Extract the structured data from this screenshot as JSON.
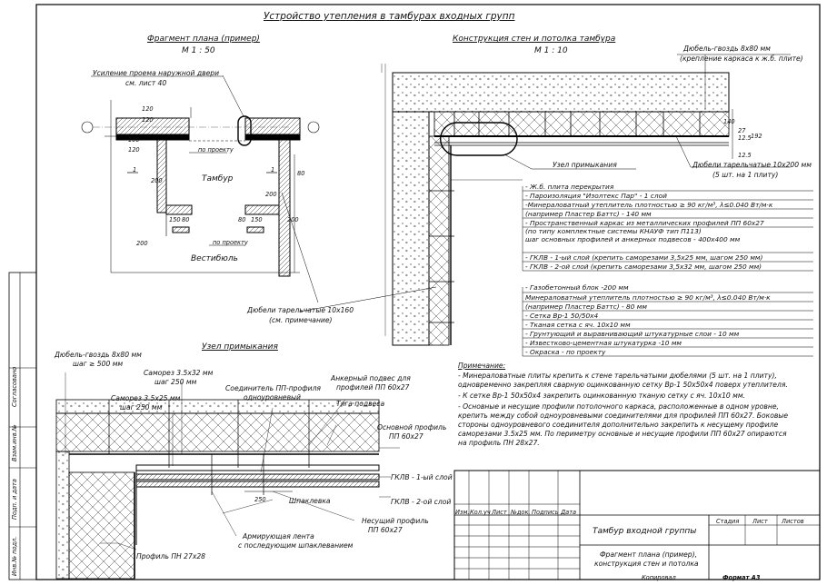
{
  "title": "Устройство утепления в тамбурах входных групп",
  "plan": {
    "title": "Фрагмент плана (пример)",
    "scale": "М 1 : 50",
    "callout1": "Усиление проема наружной двери",
    "callout2": "см. лист 40",
    "room1": "Тамбур",
    "room2": "Вестибюль",
    "po_proektu": "по проекту",
    "dims": [
      "120",
      "120",
      "100",
      "120",
      "200",
      "200",
      "80",
      "200",
      "1",
      "1",
      "150",
      "80",
      "150",
      "80",
      "200"
    ]
  },
  "section": {
    "title": "Конструкция стен и потолка тамбура",
    "scale": "М 1 : 10",
    "dowel_top1": "Дюбель-гвоздь 8х80 мм",
    "dowel_top2": "(крепление каркаса к ж.б. плите)",
    "node_label": "Узел примыкания",
    "dowel_plate1": "Дюбели тарельчатые 10х200 мм",
    "dowel_plate2": "(5 шт. на 1 плиту)",
    "dowel_wall1": "Дюбели тарельчатые 10х160",
    "dowel_wall2": "(см. примечание)",
    "dims": [
      "140",
      "27",
      "12.5",
      "12.5",
      "192"
    ]
  },
  "spec_ceiling": [
    "- Ж.б. плита перекрытия",
    "- Пароизоляция \"Изолтекс Пар\" - 1 слой",
    "-Минераловатный утеплитель плотностью ≥ 90 кг/м³, λ≤0.040 Вт/м·к",
    "(например Пластер Баттс)    - 140 мм",
    "- Пространственный каркас из металлических профилей ПП 60х27",
    " (по типу комплектные системы КНАУФ тип П113)",
    " шаг основных профилей и анкерных подвесов - 400х400 мм",
    "- ГКЛВ - 1-ый слой (крепить саморезами 3,5х25 мм, шагом 250 мм)",
    "- ГКЛВ - 2-ой слой (крепить саморезами 3,5х32 мм, шагом 250 мм)"
  ],
  "spec_wall": [
    "- Газобетонный блок                                          -200 мм",
    "Минераловатный утеплитель плотностью ≥ 90 кг/м³, λ≤0.040 Вт/м·к",
    "(например Пластер Баттс)    - 80 мм",
    "- Сетка Вр-1 50/50х4",
    "- Тканая  сетка с яч. 10х10 мм",
    "- Грунтующий и выравнивающий штукатурные слои      - 10 мм",
    "- Известково-цементная штукатурка                      -10 мм",
    "- Окраска - по проекту"
  ],
  "notes_title": "Примечание:",
  "notes": [
    "- Минераловатные плиты крепить к стене тарельчатыми дюбелями (5 шт. на 1 плиту),",
    "одновременно закрепляя сварную оцинкованную сетку Вр-1 50х50х4 поверх утеплителя.",
    "- К сетке Вр-1 50х50х4 закрепить оцинкованную тканую сетку с яч. 10х10 мм.",
    "- Основные и несущие профили потолочного каркаса, расположенные в одном уровне,",
    "крепить между собой одноуровневыми соединителями для профилей ПП 60х27. Боковые",
    "стороны одноуровневого соединителя дополнительно закрепить к несущему профиле",
    "саморезами 3.5х25 мм. По периметру основные и несущие профили ПП 60х27 опираются",
    "на профиль ПН 28х27."
  ],
  "detail": {
    "title": "Узел примыкания",
    "dowel": "Дюбель-гвоздь 8х80 мм",
    "dowel_step": "шаг ≥ 500 мм",
    "screw32": "Саморез 3.5х32 мм",
    "screw32_step": "шаг 250 мм",
    "screw25": "Саморез 3.5х25 мм",
    "screw25_step": "шаг 250 мм",
    "connector1": "Соединитель ПП-профиля",
    "connector2": "одноуровневый",
    "anchor1": "Анкерный подвес для",
    "anchor2": "профилей ПП 60х27",
    "rod": "Тяга подвеса",
    "main_prof1": "Основной профиль",
    "main_prof2": "ПП 60х27",
    "gklv1": "ГКЛВ - 1-ый слой",
    "gklv2": "ГКЛВ - 2-ой слой",
    "putty": "Шпаклевка",
    "dim250": "250",
    "bearing1": "Несущий профиль",
    "bearing2": "ПП 60х27",
    "tape1": "Армирующая лента",
    "tape2": "с последующим шпаклеванием",
    "pn": "Профиль ПН 27х28"
  },
  "stamp": {
    "cols": [
      "Изм.",
      "Кол.уч",
      "Лист",
      "№док.",
      "Подпись",
      "Дата"
    ],
    "name": "Тамбур входной группы",
    "stage": "Стадия",
    "sheet": "Лист",
    "sheets": "Листов",
    "desc1": "Фрагмент плана (пример),",
    "desc2": "конструкция стен и потолка",
    "copied": "Копировал",
    "format": "Формат А3"
  },
  "side": [
    "Согласовано",
    "Взам.инв.№",
    "Подп. и дата",
    "Инв.№ подл."
  ]
}
